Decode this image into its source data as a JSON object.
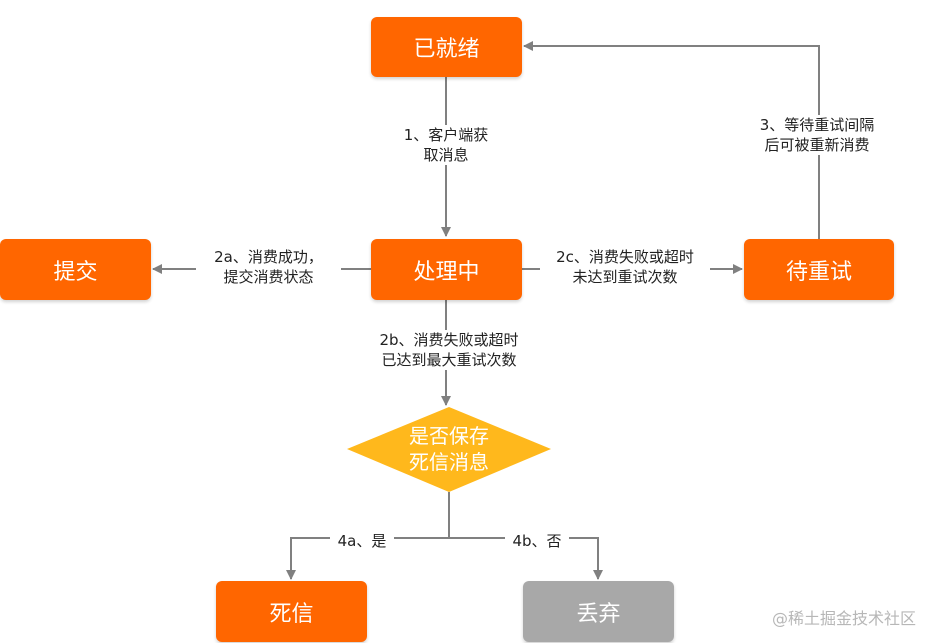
{
  "colors": {
    "primary": "#FF6600",
    "decision": "#FFB81C",
    "discard": "#A8A8A8",
    "arrow": "#808080"
  },
  "nodes": {
    "ready": "已就绪",
    "processing": "处理中",
    "committed": "提交",
    "pending_retry": "待重试",
    "decision_line1": "是否保存",
    "decision_line2": "死信消息",
    "dead_letter": "死信",
    "discard": "丢弃"
  },
  "edges": {
    "e1": [
      "1、客户端获",
      "取消息"
    ],
    "e2a": [
      "2a、消费成功，",
      "提交消费状态"
    ],
    "e2b": [
      "2b、消费失败或超时",
      "已达到最大重试次数"
    ],
    "e2c": [
      "2c、消费失败或超时",
      "未达到重试次数"
    ],
    "e3": [
      "3、等待重试间隔",
      "后可被重新消费"
    ],
    "e4a": "4a、是",
    "e4b": "4b、否"
  },
  "watermark": "@稀土掘金技术社区"
}
